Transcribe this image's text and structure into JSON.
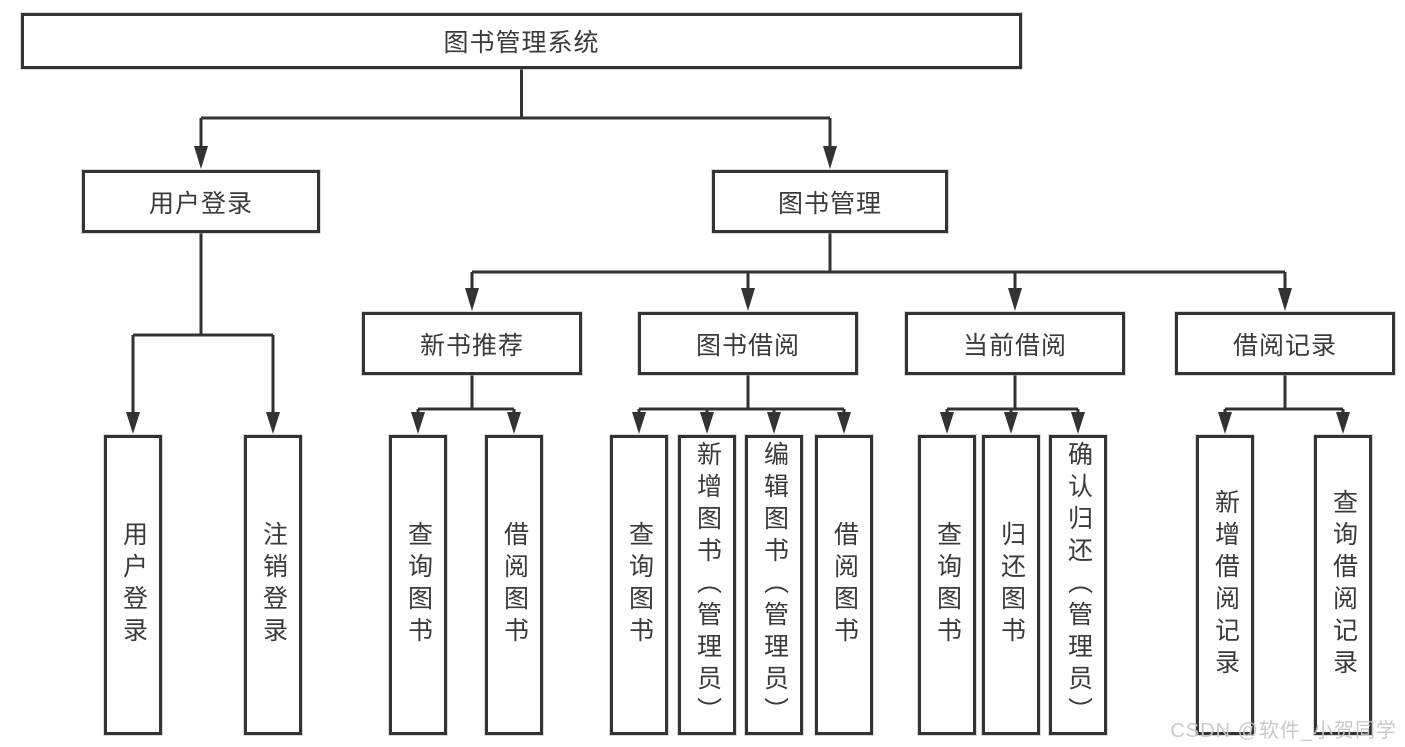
{
  "tree": {
    "root": {
      "label": "图书管理系统",
      "children": [
        {
          "label": "用户登录",
          "children": [
            {
              "label": "用户登录"
            },
            {
              "label": "注销登录"
            }
          ]
        },
        {
          "label": "图书管理",
          "children": [
            {
              "label": "新书推荐",
              "children": [
                {
                  "label": "查询图书"
                },
                {
                  "label": "借阅图书"
                }
              ]
            },
            {
              "label": "图书借阅",
              "children": [
                {
                  "label": "查询图书"
                },
                {
                  "label": "新增图书（管理员）"
                },
                {
                  "label": "编辑图书（管理员）"
                },
                {
                  "label": "借阅图书"
                }
              ]
            },
            {
              "label": "当前借阅",
              "children": [
                {
                  "label": "查询图书"
                },
                {
                  "label": "归还图书"
                },
                {
                  "label": "确认归还（管理员）"
                }
              ]
            },
            {
              "label": "借阅记录",
              "children": [
                {
                  "label": "新增借阅记录"
                },
                {
                  "label": "查询借阅记录"
                }
              ]
            }
          ]
        }
      ]
    }
  },
  "watermark": {
    "text": "CSDN @软件_小贺同学"
  },
  "colors": {
    "line": "#333333",
    "box_border": "#333333",
    "text": "#3a3a3a",
    "watermark": "#c6c6c6",
    "background": "#ffffff"
  }
}
